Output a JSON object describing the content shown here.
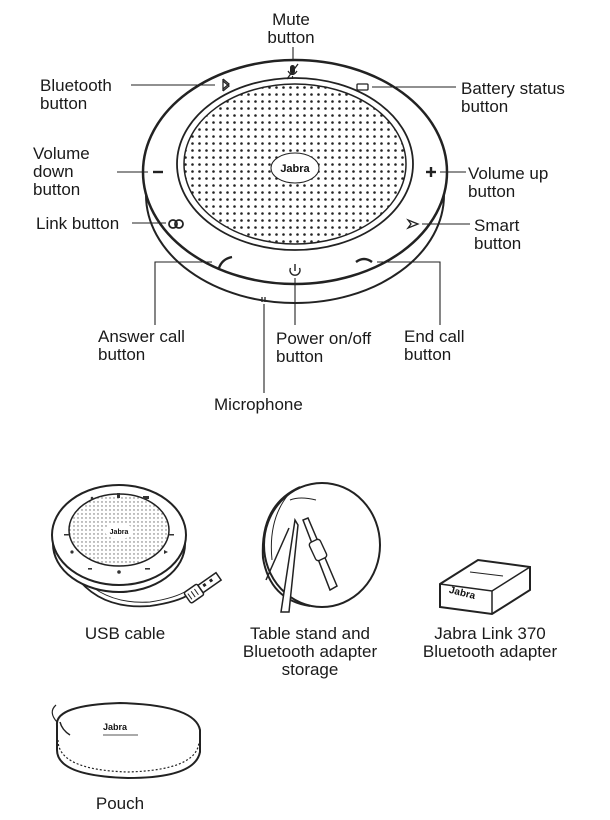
{
  "speaker": {
    "logo": "Jabra",
    "labels": {
      "mute": "Mute\nbutton",
      "bluetooth": "Bluetooth\nbutton",
      "battery": "Battery status\nbutton",
      "volume_down": "Volume\ndown\nbutton",
      "volume_up": "Volume up\nbutton",
      "link": "Link button",
      "smart": "Smart\nbutton",
      "answer": "Answer call\nbutton",
      "power": "Power on/off\nbutton",
      "end": "End call\nbutton",
      "microphone": "Microphone"
    },
    "icons": [
      "bluetooth-icon",
      "mute-icon",
      "battery-icon",
      "minus-icon",
      "plus-icon",
      "link-icon",
      "smart-icon",
      "answer-call-icon",
      "power-icon",
      "end-call-icon",
      "microphone-icon"
    ]
  },
  "contents": {
    "usb_cable": "USB cable",
    "stand": "Table stand and\nBluetooth adapter\nstorage",
    "adapter": "Jabra Link 370\nBluetooth adapter",
    "adapter_logo": "Jabra",
    "pouch": "Pouch",
    "pouch_logo": "Jabra"
  }
}
